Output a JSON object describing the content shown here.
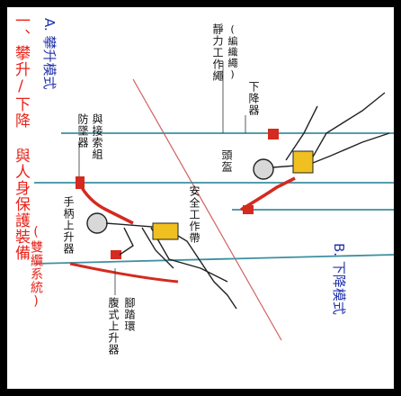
{
  "title": {
    "line1": "一、攀升/下降 與人身保護裝備",
    "line2": "(雙纜系統)"
  },
  "modes": {
    "ascent": "A. 攀升模式",
    "descent": "B. 下降模式"
  },
  "labels": {
    "fall_arrester": "防墜器",
    "lanyard": "與接索組",
    "hand_ascender": "手柄上升器",
    "safety_harness": "安全工作帶",
    "chest_ascender": "腹式上升器",
    "foot_loop": "腳踏環",
    "static_rope": "靜力工作繩",
    "static_rope_sub": "(編織繩)",
    "descender": "下降器",
    "helmet": "頭盔"
  },
  "colors": {
    "title": "#e8231a",
    "mode": "#2233aa",
    "rope": "#3d8fa0",
    "lanyard": "#d42a1f",
    "harness": "#f0c020",
    "divider": "#d06060"
  }
}
